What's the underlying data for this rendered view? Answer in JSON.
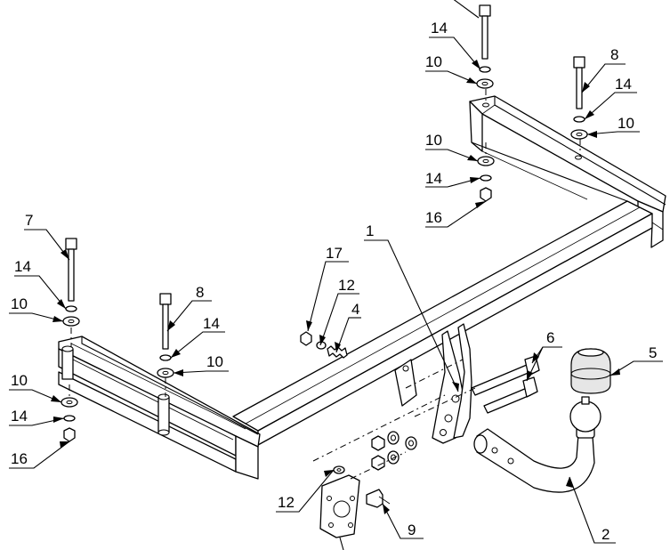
{
  "title": "",
  "callouts": {
    "c1": "1",
    "c2": "2",
    "c4": "4",
    "c5": "5",
    "c6": "6",
    "c7": "7",
    "c8_left": "8",
    "c8_right": "8",
    "c9": "9",
    "c10_top_washer": "10",
    "c10_right": "10",
    "c10_under_bracket": "10",
    "c10_left_top": "10",
    "c10_left_mid": "10",
    "c10_left_bottom": "10",
    "c12_bottom": "12",
    "c12_mid": "12",
    "c14_top": "14",
    "c14_right": "14",
    "c14_under_bracket": "14",
    "c14_left_top": "14",
    "c14_left_mid": "14",
    "c14_left_bottom": "14",
    "c16_right": "16",
    "c16_left": "16",
    "c17": "17"
  }
}
